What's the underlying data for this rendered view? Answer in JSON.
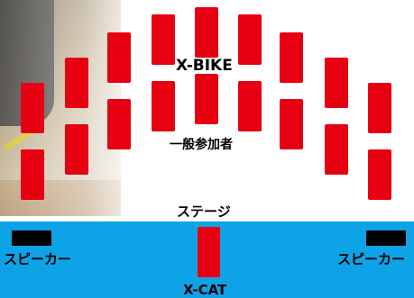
{
  "labels": {
    "xbike": "X-BIKE",
    "general": "一般参加者",
    "stage": "ステージ",
    "speaker_left": "スピーカー",
    "speaker_right": "スピーカー",
    "xcat": "X-CAT"
  },
  "colors": {
    "seat": "#e60012",
    "stage": "#0ea3e6",
    "speaker": "#000000"
  }
}
